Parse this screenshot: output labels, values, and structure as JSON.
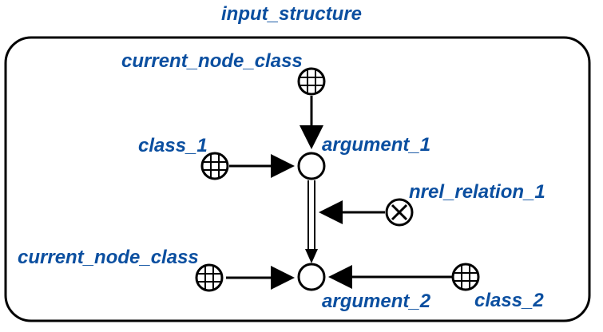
{
  "title": "input_structure",
  "label_color": "#0b4fa0",
  "line_color": "#000000",
  "nodes": {
    "current_node_class_top": {
      "label": "current_node_class",
      "kind": "class",
      "icon": "grid-circle-icon"
    },
    "class_1": {
      "label": "class_1",
      "kind": "class",
      "icon": "grid-circle-icon"
    },
    "argument_1": {
      "label": "argument_1",
      "kind": "node",
      "icon": "empty-circle-icon"
    },
    "nrel_relation_1": {
      "label": "nrel_relation_1",
      "kind": "relation",
      "icon": "cross-circle-icon"
    },
    "current_node_class_bottom": {
      "label": "current_node_class",
      "kind": "class",
      "icon": "grid-circle-icon"
    },
    "argument_2": {
      "label": "argument_2",
      "kind": "node",
      "icon": "empty-circle-icon"
    },
    "class_2": {
      "label": "class_2",
      "kind": "class",
      "icon": "grid-circle-icon"
    }
  }
}
